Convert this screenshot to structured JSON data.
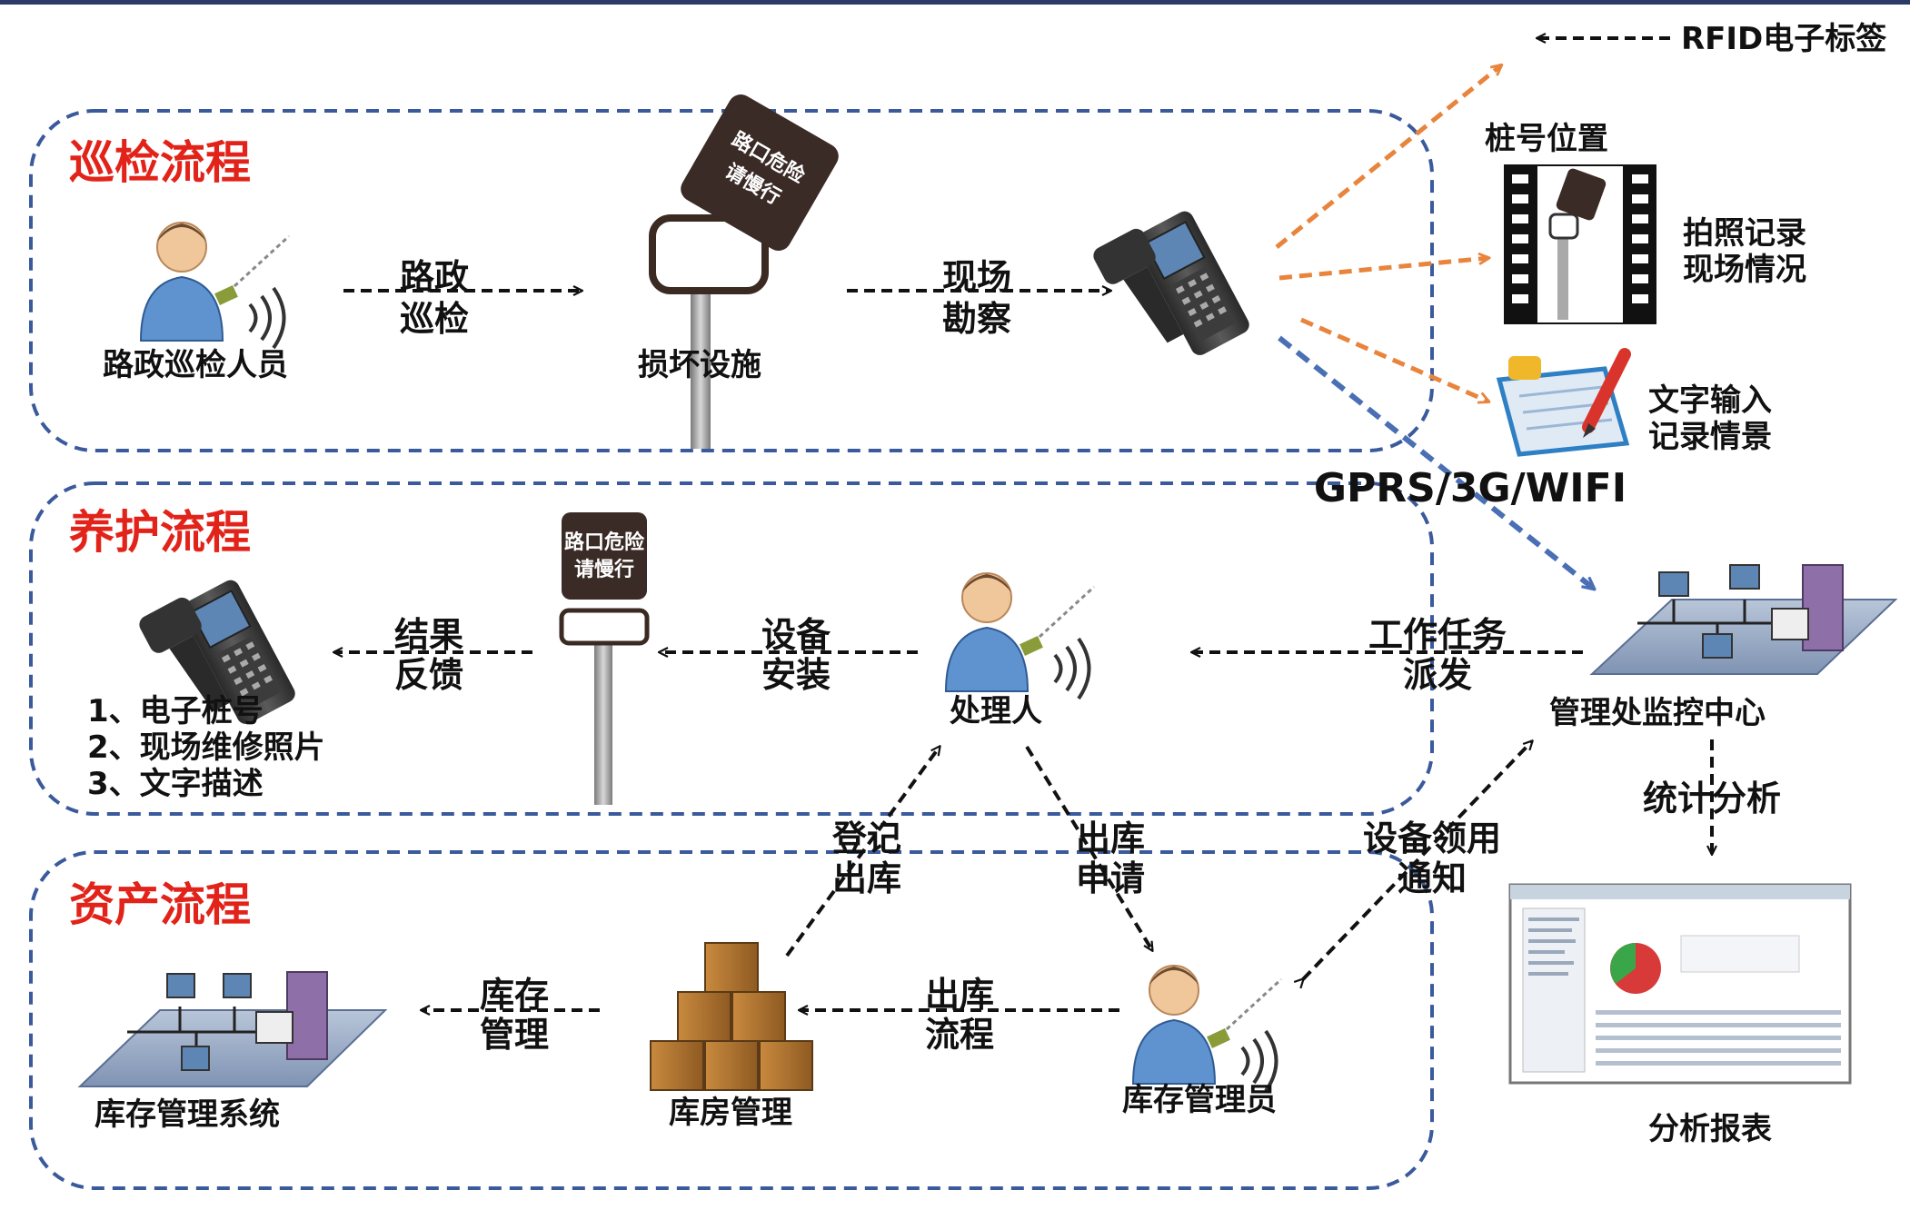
{
  "sections": [
    {
      "title": "巡检流程"
    },
    {
      "title": "养护流程"
    },
    {
      "title": "资产流程"
    }
  ],
  "nodes": {
    "inspector": "路政巡检人员",
    "damaged_facility": "损坏设施",
    "handler": "处理人",
    "monitor_center": "管理处监控中心",
    "inventory_system": "库存管理系统",
    "warehouse": "库房管理",
    "stock_manager": "库存管理员",
    "report": "分析报表"
  },
  "edges": {
    "road_patrol": [
      "路政",
      "巡检"
    ],
    "site_survey": [
      "现场",
      "勘察"
    ],
    "feedback": [
      "结果",
      "反馈"
    ],
    "install": [
      "设备",
      "安装"
    ],
    "task_dispatch": [
      "工作任务",
      "派发"
    ],
    "register_out": [
      "登记",
      "出库"
    ],
    "out_request": [
      "出库",
      "申请"
    ],
    "equip_notice": [
      "设备领用",
      "通知"
    ],
    "inventory_mgmt": [
      "库存",
      "管理"
    ],
    "out_flow": [
      "出库",
      "流程"
    ],
    "stats": "统计分析"
  },
  "network_label": "GPRS/3G/WIFI",
  "rfid_legend": "RFID电子标签",
  "functions": {
    "stake_position": "桩号位置",
    "photo": [
      "拍照记录",
      "现场情况"
    ],
    "text_input": [
      "文字输入",
      "记录情景"
    ]
  },
  "feedback_items": [
    "1、电子桩号",
    "2、现场维修照片",
    "3、文字描述"
  ],
  "sign_text": [
    "路口危险",
    "请慢行"
  ],
  "mini_sign_text": [
    "路口危险",
    "请慢行"
  ],
  "colors": {
    "title_red": "#e2231a",
    "section_border": "#3a5a9c",
    "rfid_orange": "#e8843c",
    "network_blue": "#4a6fb5"
  }
}
